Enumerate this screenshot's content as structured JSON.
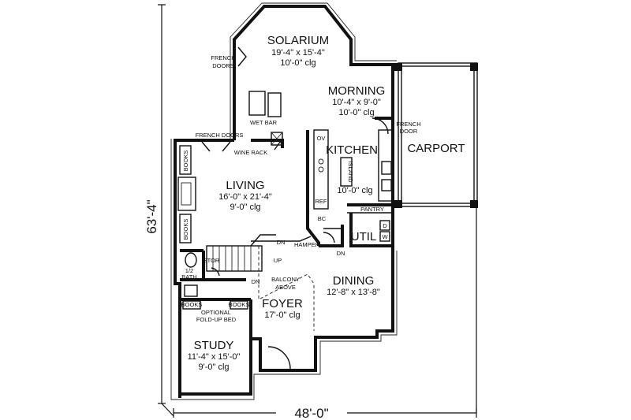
{
  "dimensions": {
    "width": "48'-0\"",
    "depth": "63'-4\""
  },
  "rooms": {
    "solarium": {
      "name": "SOLARIUM",
      "size": "19'-4\" x 15'-4\"",
      "ceiling": "10'-0\" clg"
    },
    "morning": {
      "name": "MORNING",
      "size": "10'-4\" x 9'-0\"",
      "ceiling": "10'-0\" clg"
    },
    "kitchen": {
      "name": "KITCHEN",
      "ceiling": "10'-0\" clg"
    },
    "carport": {
      "name": "CARPORT"
    },
    "living": {
      "name": "LIVING",
      "size": "16'-0\" x 21'-4\"",
      "ceiling": "9'-0\" clg"
    },
    "dining": {
      "name": "DINING",
      "size": "12'-8\" x 13'-8\"",
      "ceiling": ""
    },
    "foyer": {
      "name": "FOYER",
      "ceiling": "17'-0\" clg"
    },
    "study": {
      "name": "STUDY",
      "size": "11'-4\" x 15'-0\"",
      "ceiling": "9'-0\" clg"
    },
    "util": {
      "name": "UTIL"
    },
    "half_bath": {
      "line1": "1/2",
      "line2": "BATH"
    }
  },
  "labels": {
    "french_doors_solarium_1": "FRENCH",
    "french_doors_solarium_2": "DOORS",
    "wet_bar": "WET BAR",
    "wine_rack": "WINE RACK",
    "french_doors_living": "FRENCH DOORS",
    "french_door_carport_1": "FRENCH",
    "french_door_carport_2": "DOOR",
    "ov": "OV",
    "island": "ISLAND",
    "ref": "REF",
    "bc": "BC",
    "pantry": "PANTRY",
    "d": "D",
    "w": "W",
    "books_living_top": "BOOKS",
    "books_living_bottom": "BOOKS",
    "books_study_left": "BOOKS",
    "books_study_right": "BOOKS",
    "stor": "STOR",
    "up": "UP",
    "dn_stair_top": "DN",
    "dn_stair_mid": "DN",
    "dn_kitchen": "DN",
    "hamper": "HAMPER",
    "balcony_1": "BALCONY",
    "balcony_2": "ABOVE",
    "fold_up_1": "OPTIONAL",
    "fold_up_2": "FOLD-UP BED"
  }
}
